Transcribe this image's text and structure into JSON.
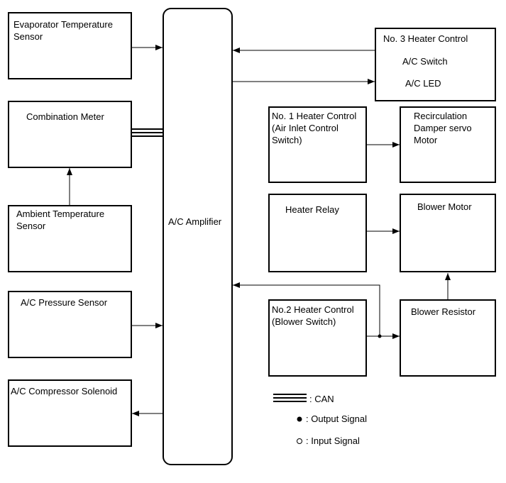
{
  "boxes": {
    "evaporator": "Evaporator Temperature\nSensor",
    "combination_meter": "Combination Meter",
    "ambient": "Ambient Temperature\nSensor",
    "pressure": "A/C Pressure Sensor",
    "compressor": "A/C Compressor Solenoid",
    "amplifier": "A/C Amplifier",
    "heater3_title": "No. 3 Heater Control",
    "heater3_switch": "A/C Switch",
    "heater3_led": "A/C LED",
    "heater1": "No. 1 Heater Control\n(Air Inlet Control\nSwitch)",
    "recirculation": "Recirculation\nDamper servo\nMotor",
    "heater_relay": "Heater Relay",
    "blower_motor": "Blower Motor",
    "heater2": "No.2 Heater Control\n(Blower Switch)",
    "blower_resistor": "Blower Resistor"
  },
  "legend": {
    "can": ": CAN",
    "output": ": Output Signal",
    "input": ": Input Signal"
  },
  "connections": [
    {
      "from": "Evaporator Temperature Sensor",
      "to": "A/C Amplifier",
      "type": "signal"
    },
    {
      "from": "Combination Meter",
      "to": "A/C Amplifier",
      "type": "CAN"
    },
    {
      "from": "Ambient Temperature Sensor",
      "to": "Combination Meter",
      "type": "signal"
    },
    {
      "from": "A/C Pressure Sensor",
      "to": "A/C Amplifier",
      "type": "signal"
    },
    {
      "from": "A/C Amplifier",
      "to": "A/C Compressor Solenoid",
      "type": "signal"
    },
    {
      "from": "No. 3 Heater Control",
      "to": "A/C Amplifier",
      "type": "signal"
    },
    {
      "from": "A/C Amplifier",
      "to": "No. 3 Heater Control",
      "type": "signal"
    },
    {
      "from": "No. 1 Heater Control",
      "to": "Recirculation Damper servo Motor",
      "type": "signal"
    },
    {
      "from": "Heater Relay",
      "to": "Blower Motor",
      "type": "signal"
    },
    {
      "from": "Blower Resistor",
      "to": "Blower Motor",
      "type": "signal"
    },
    {
      "from": "No.2 Heater Control",
      "to": "Blower Resistor",
      "type": "signal"
    },
    {
      "from": "No.2 Heater Control",
      "to": "A/C Amplifier",
      "type": "signal"
    }
  ]
}
